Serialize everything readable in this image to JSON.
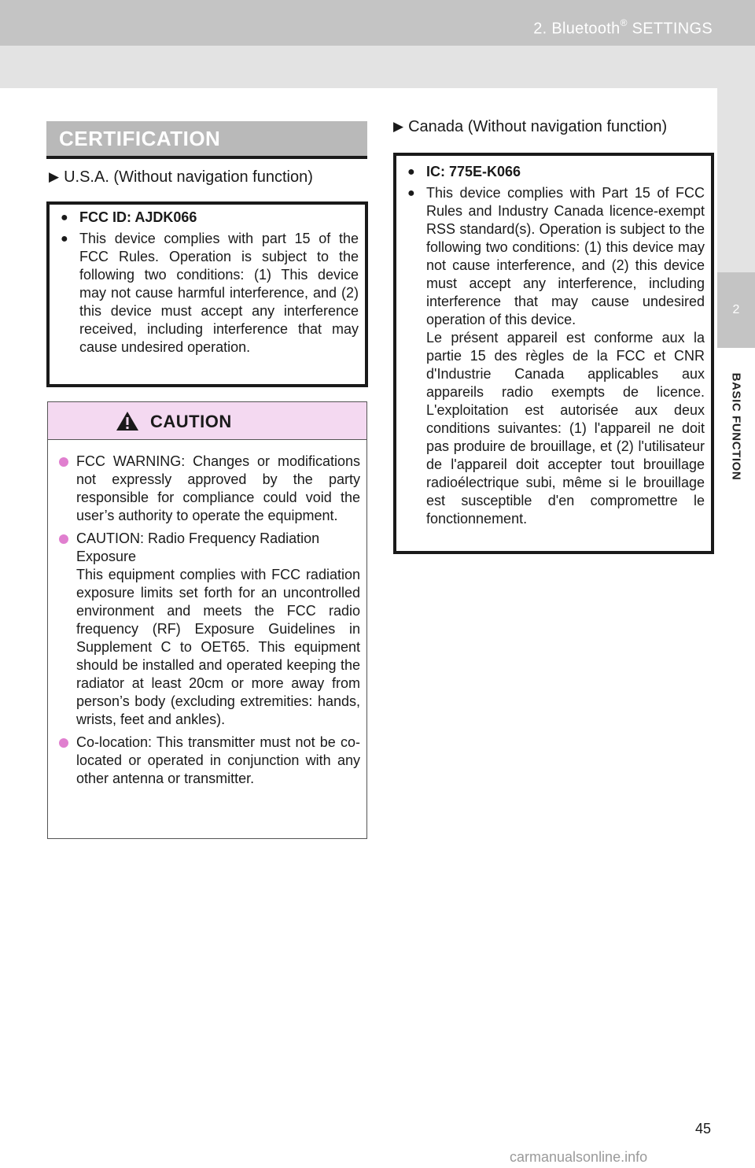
{
  "header": {
    "title_prefix": "2. Bluetooth",
    "title_sup": "®",
    "title_suffix": " SETTINGS"
  },
  "side_tab": {
    "number": "2",
    "label": "BASIC FUNCTION"
  },
  "section": {
    "title": "CERTIFICATION"
  },
  "usa": {
    "heading": "U.S.A. (Without navigation function)",
    "items": [
      "FCC ID: AJDK066",
      "This device complies with part 15 of the FCC Rules. Operation is subject to the following two conditions: (1) This device may not cause harmful interference, and (2) this device must accept any interference received, including interference that may cause undesired operation."
    ]
  },
  "caution": {
    "title": "CAUTION",
    "items": [
      "FCC WARNING: Changes or modifications not expressly approved by the party responsible for compliance could void the user’s authority to operate the equipment.",
      "CAUTION: Radio Frequency Radiation Exposure",
      "This equipment complies with FCC radiation exposure limits set forth for an uncontrolled environment and meets the FCC radio frequency (RF) Exposure Guidelines in Supplement C to OET65. This equipment should be installed and operated keeping the radiator at least 20cm or more away from person’s body (excluding extremities: hands, wrists, feet and ankles).",
      "Co-location: This transmitter must not be co-located or operated in conjunction with any other antenna or transmitter."
    ]
  },
  "canada": {
    "heading": "Canada (Without navigation function)",
    "items": [
      "IC: 775E-K066",
      "This device complies with Part 15 of FCC Rules and Industry Canada licence-exempt RSS standard(s). Operation is subject to the following two conditions: (1) this device may not cause interference, and (2) this device must accept any interference, including interference that may cause undesired operation of this device.",
      "Le présent appareil est conforme aux la partie 15 des règles de la FCC et CNR d'Industrie Canada applicables aux appareils radio exempts de licence. L'exploitation est autorisée aux deux conditions suivantes: (1) l'appareil ne doit pas produire de brouillage, et (2) l'utilisateur de l'appareil doit accepter tout brouillage radioélectrique subi, même si le brouillage est susceptible d'en compromettre le fonctionnement."
    ]
  },
  "page_number": "45",
  "watermark": "carmanualsonline.info",
  "colors": {
    "header_band": "#c4c4c4",
    "light_band": "#e3e3e3",
    "section_header": "#b9b9b9",
    "caution_header": "#f4d9f1",
    "caution_bullet": "#e07fcf"
  }
}
